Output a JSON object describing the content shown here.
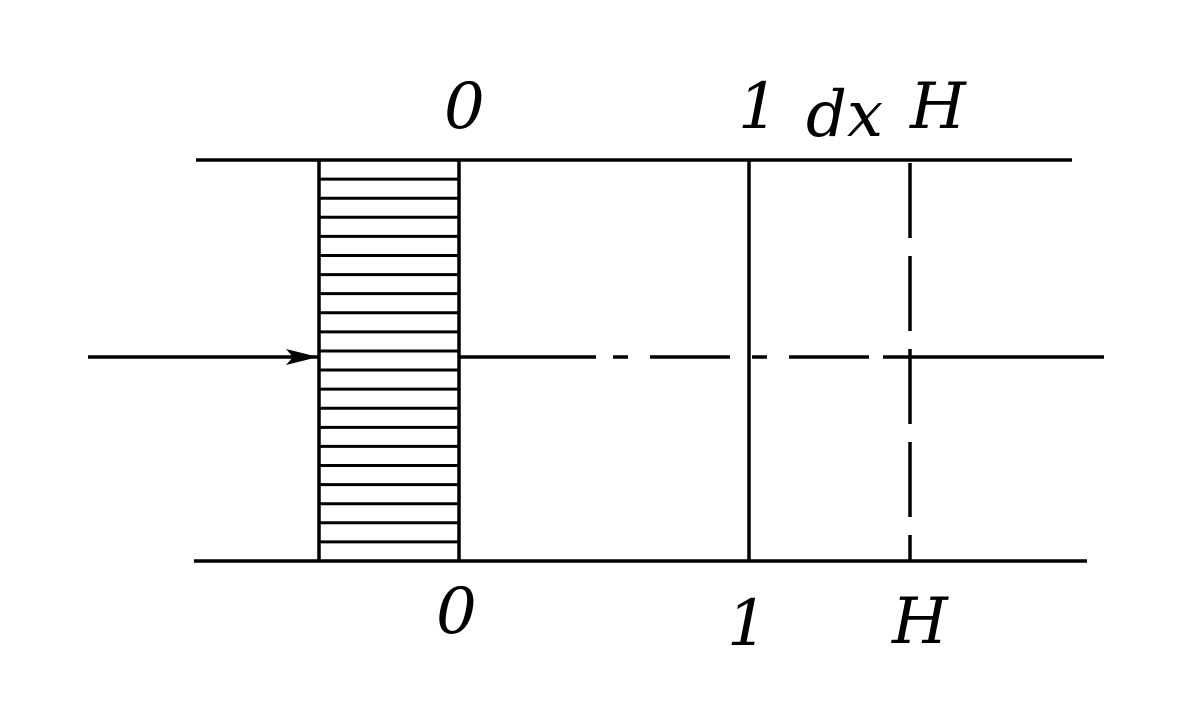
{
  "labels": {
    "top": {
      "zero": "0",
      "one": "1",
      "dx": "dx",
      "h": "H"
    },
    "bottom": {
      "zero": "0",
      "one": "1",
      "h": "H"
    }
  },
  "colors": {
    "stroke": "#000000",
    "background": "#ffffff"
  }
}
